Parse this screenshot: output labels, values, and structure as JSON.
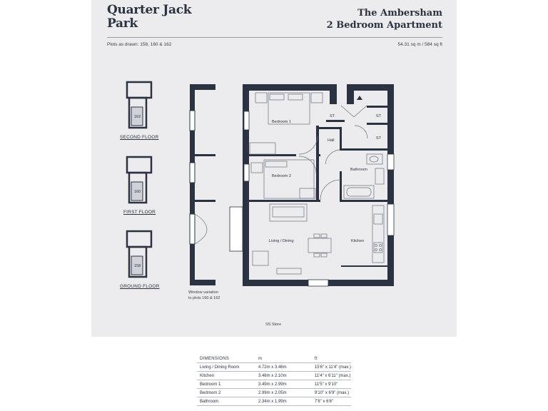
{
  "header": {
    "development_line1": "Quarter Jack",
    "development_line2": "Park",
    "apartment_line1": "The Ambersham",
    "apartment_line2": "2 Bedroom Apartment",
    "plots": "Plots as drawn: 158, 160 & 162",
    "area": "54.31 sq m / 584 sq ft"
  },
  "floors": {
    "second": {
      "label": "SECOND FLOOR",
      "plot": "162"
    },
    "first": {
      "label": "FIRST FLOOR",
      "plot": "160"
    },
    "ground": {
      "label": "GROUND FLOOR",
      "plot": "158"
    }
  },
  "rooms": {
    "bedroom1": "Bedroom 1",
    "bedroom2": "Bedroom 2",
    "hall": "Hall",
    "bathroom": "Bathroom",
    "living": "Living / Dining",
    "kitchen": "Kitchen",
    "st1": "ST",
    "st2": "ST",
    "st3": "ST"
  },
  "notes": {
    "window_line1": "Window variation",
    "window_line2": "to plots 160 & 162",
    "store": "SS Store"
  },
  "dimensions": {
    "headers": [
      "DIMENSIONS",
      "m",
      "ft"
    ],
    "rows": [
      [
        "Living / Dining Room",
        "4.72m x 3.46m",
        "15'6\" x 11'4\" (max.)"
      ],
      [
        "Kitchen",
        "3.46m x 2.10m",
        "11'4\" x 6'11\" (max.)"
      ],
      [
        "Bedroom 1",
        "3.49m x 2.99m",
        "11'5\" x 9'10\""
      ],
      [
        "Bedroom 2",
        "2.99m x 2.05m",
        "9'10\" x 6'9\" (max.)"
      ],
      [
        "Bathroom",
        "2.34m x 1.99m",
        "7'8\" x 6'6\""
      ]
    ]
  },
  "colors": {
    "wall": "#2b3342",
    "panel": "#ececee",
    "furniture": "#6b717b"
  }
}
